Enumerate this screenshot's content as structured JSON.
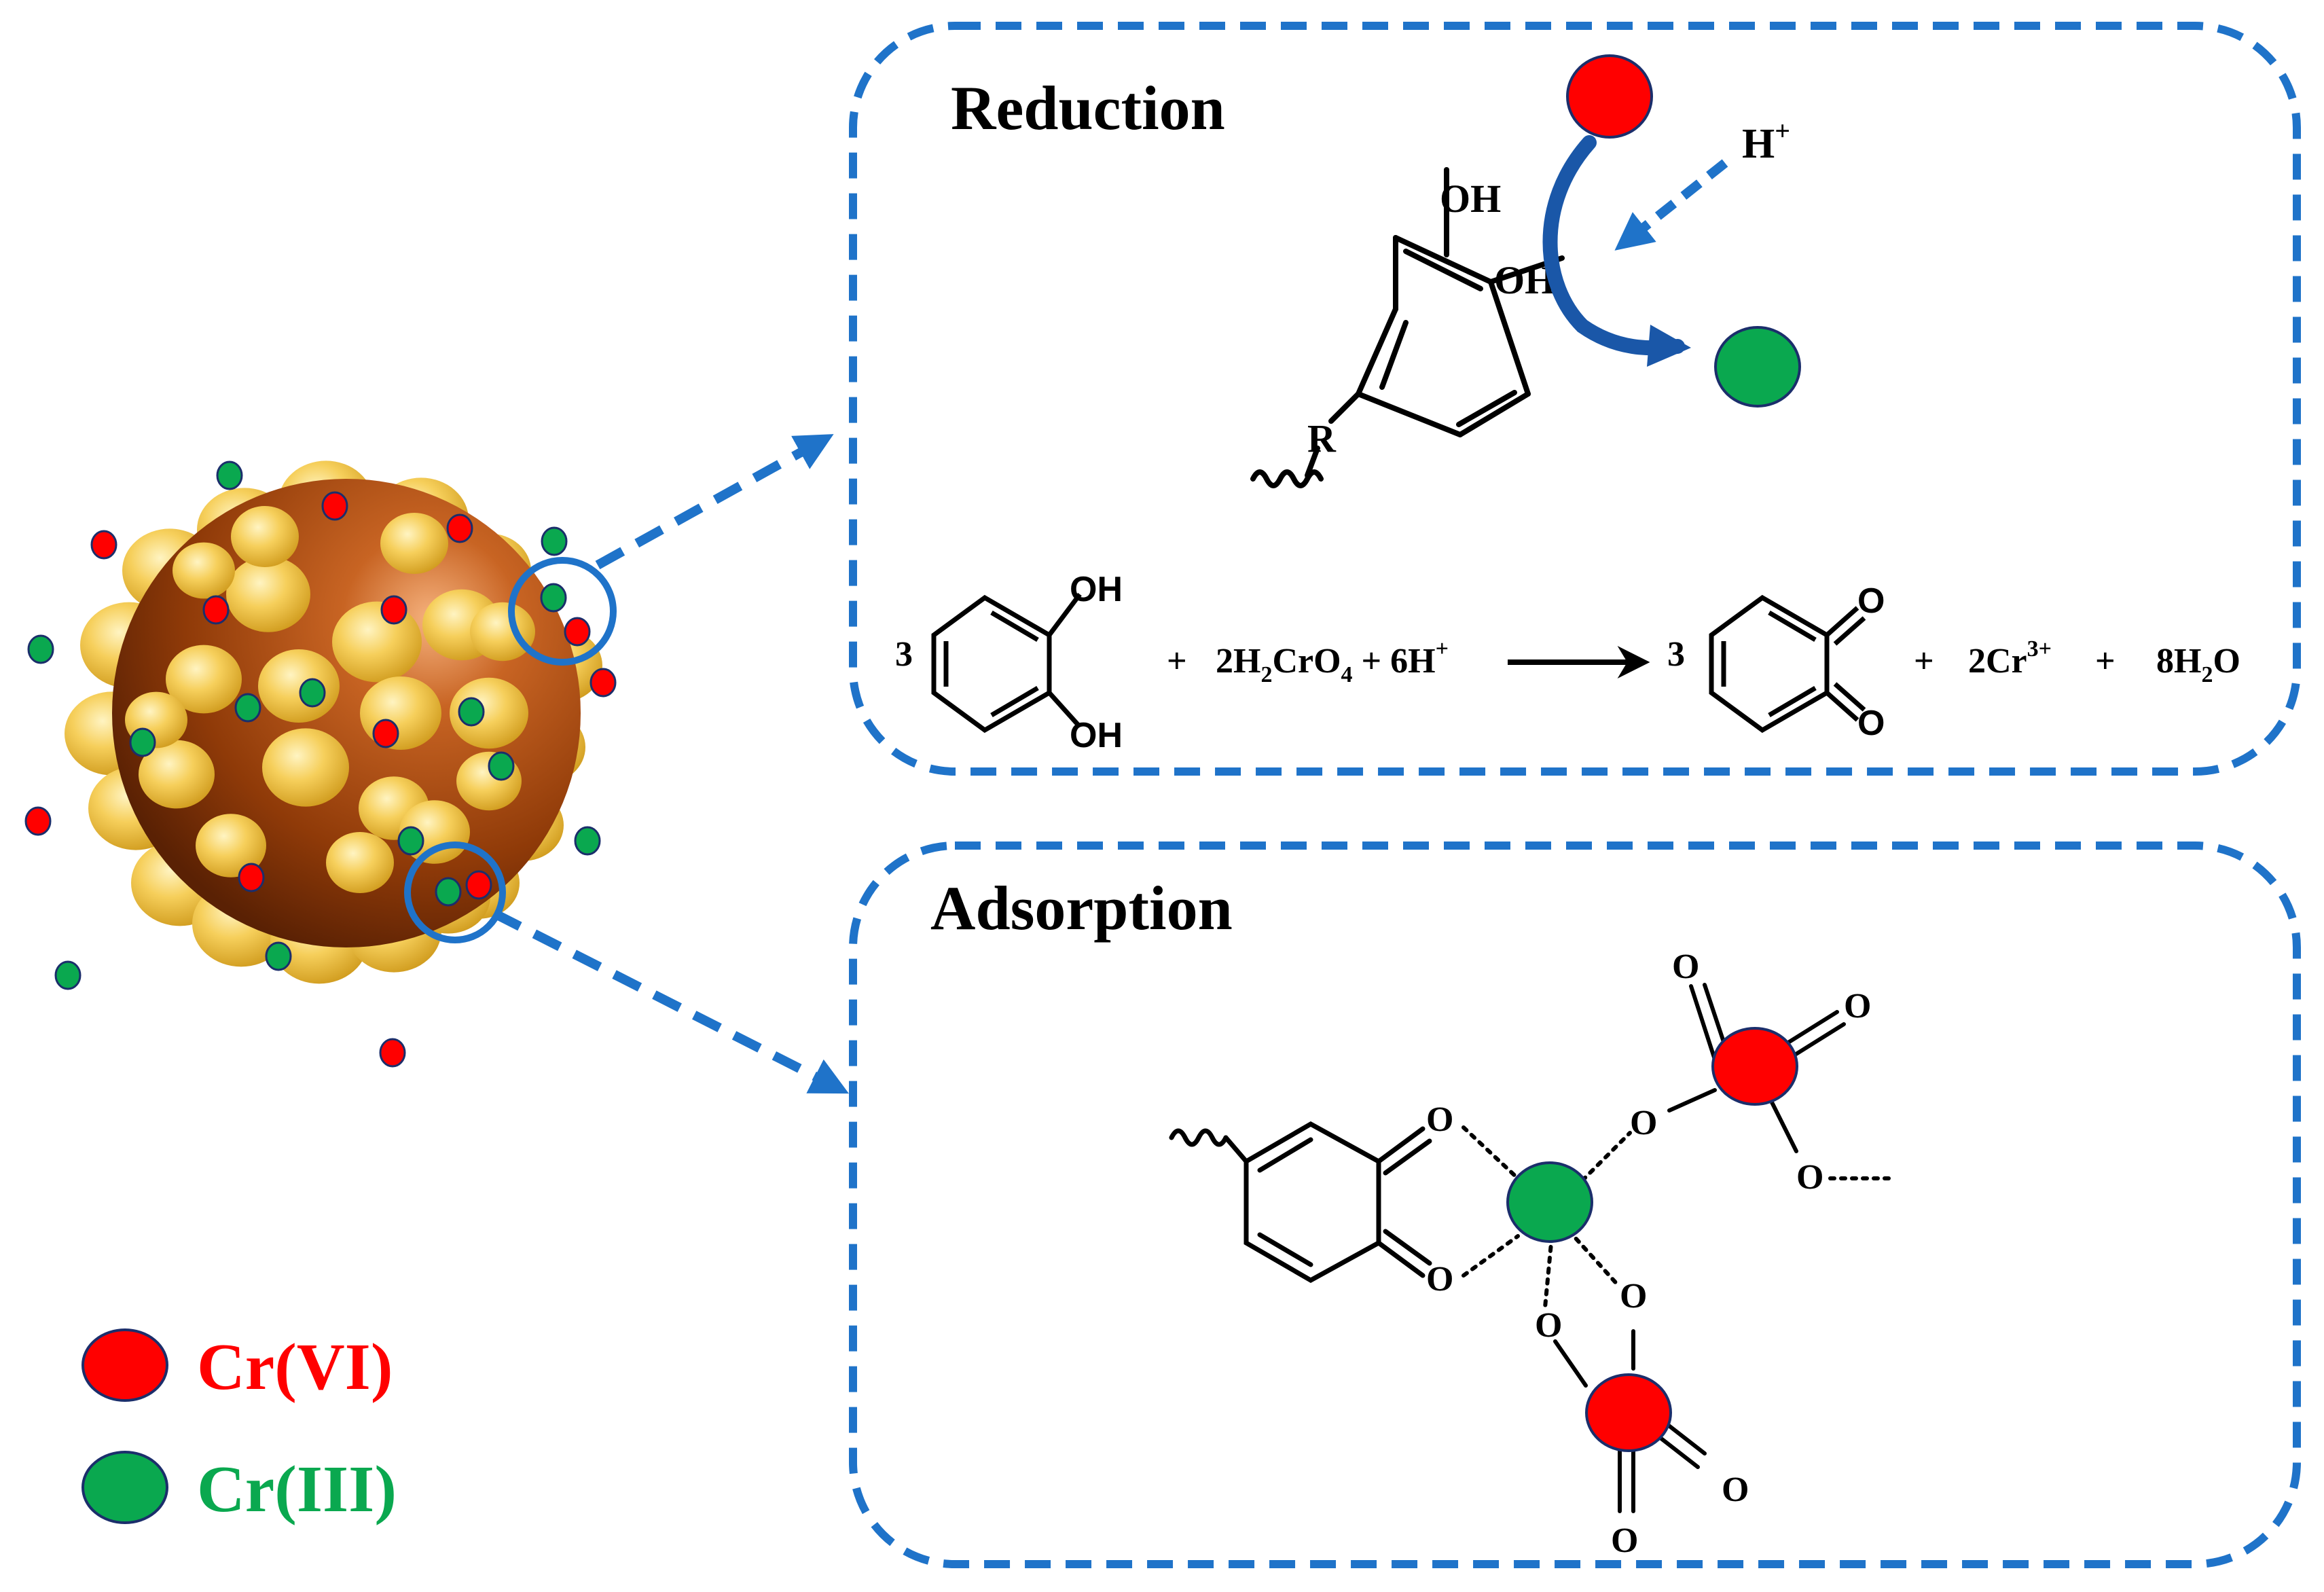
{
  "colors": {
    "frame": "#1f73c9",
    "arrow": "#1f73c9",
    "crVI": "#ff0000",
    "crIII": "#0aa84f",
    "nano_core": "#9a3d08",
    "nano_bump": "#f4c542",
    "text": "#000000"
  },
  "legend": {
    "cr6_label": "Cr(VI)",
    "cr3_label": "Cr(III)"
  },
  "reduction": {
    "title": "Reduction",
    "oh_top": "OH",
    "oh_mid": "OH",
    "r_label": "R",
    "h_plus": "H",
    "h_plus_charge": "+",
    "equation": {
      "coef_left": "3",
      "cat_oh_top": "OH",
      "cat_oh_bottom": "OH",
      "plus1": "+",
      "reagent_a": "2H",
      "reagent_a_sub": "2",
      "reagent_b": "CrO",
      "reagent_b_sub": "4",
      "plus2": "+ 6H",
      "plus2_sup": "+",
      "coef_right": "3",
      "quinone_o_top": "O",
      "quinone_o_bottom": "O",
      "plus3": "+",
      "product_cr": "2Cr",
      "product_cr_sup": "3+",
      "plus4": "+",
      "product_water": "8H",
      "product_water_sub": "2",
      "product_water_end": "O"
    }
  },
  "adsorption": {
    "title": "Adsorption",
    "o_labels": [
      "O",
      "O",
      "O",
      "O",
      "O",
      "O",
      "O",
      "O",
      "O",
      "O"
    ]
  }
}
